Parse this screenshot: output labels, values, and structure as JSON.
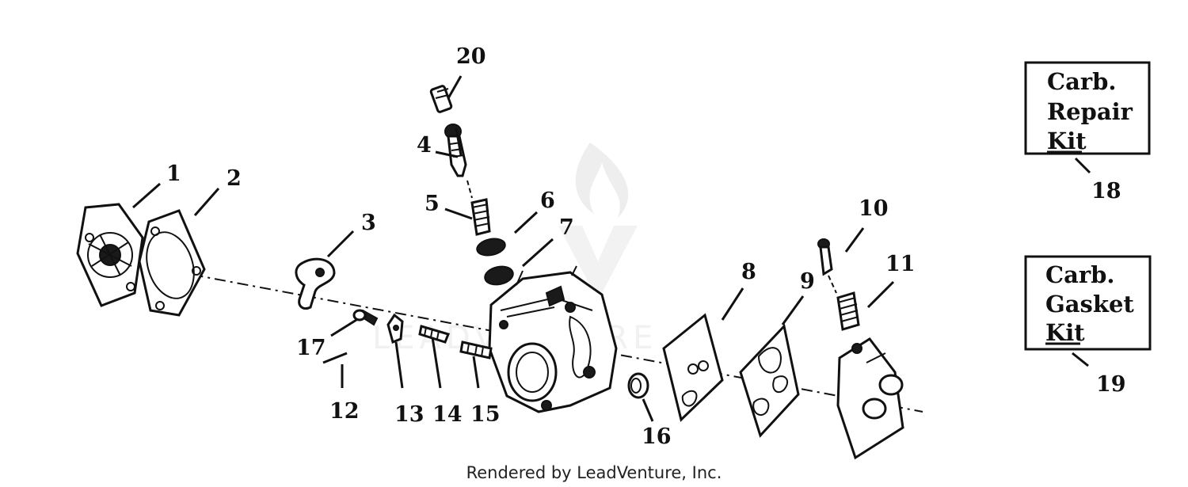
{
  "diagram": {
    "callouts": {
      "c1": "1",
      "c2": "2",
      "c3": "3",
      "c4": "4",
      "c5": "5",
      "c6": "6",
      "c7": "7",
      "c8": "8",
      "c9": "9",
      "c10": "10",
      "c11": "11",
      "c12": "12",
      "c13": "13",
      "c14": "14",
      "c15": "15",
      "c16": "16",
      "c17": "17",
      "c18": "18",
      "c19": "19",
      "c20": "20"
    },
    "repair_kit": {
      "line1": "Carb.",
      "line2": "Repair",
      "line3": "Kit"
    },
    "gasket_kit": {
      "line1": "Carb.",
      "line2": "Gasket",
      "line3": "Kit"
    },
    "watermark": "LEADVENTURE",
    "footer": "Rendered by LeadVenture, Inc."
  }
}
